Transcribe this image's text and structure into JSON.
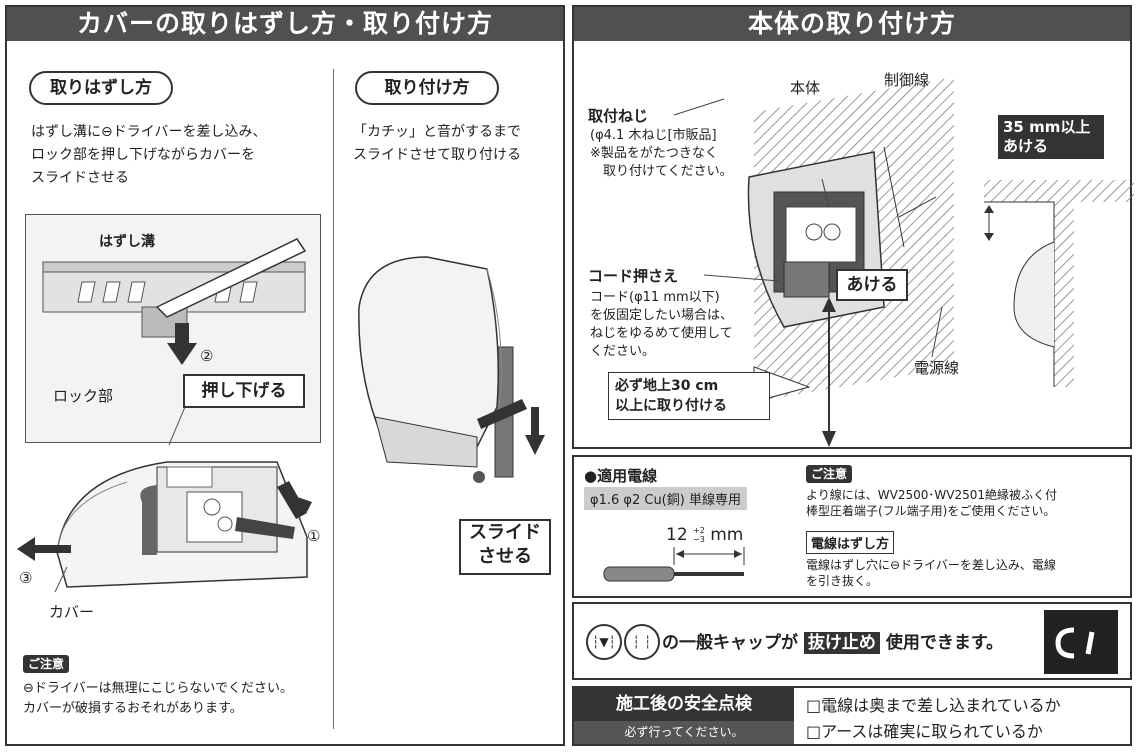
{
  "left": {
    "header": "カバーの取りはずし方・取り付け方",
    "remove": {
      "pill": "取りはずし方",
      "instructions": "はずし溝に⊖ドライバーを差し込み、\nロック部を押し下げながらカバーを\nスライドさせる",
      "label_groove": "はずし溝",
      "label_lock": "ロック部",
      "push_down": "押し下げる",
      "label_cover": "カバー",
      "num1": "①",
      "num2": "②",
      "num3": "③"
    },
    "attach": {
      "pill": "取り付け方",
      "instructions": "「カチッ」と音がするまで\nスライドさせて取り付ける",
      "slide": "スライド\nさせる"
    },
    "caution": {
      "tag": "ご注意",
      "text": "⊖ドライバーは無理にこじらないでください。\nカバーが破損するおそれがあります。"
    }
  },
  "right": {
    "header": "本体の取り付け方",
    "screw_title": "取付ねじ",
    "screw_detail": "(φ4.1 木ねじ[市販品]\n※製品をがたつきなく\n　取り付けてください。",
    "body": "本体",
    "control_wire": "制御線",
    "gap": "35 mm以上\nあける",
    "cord_title": "コード押さえ",
    "cord_detail": "コード(φ11 mm以下)\nを仮固定したい場合は、\nねじをゆるめて使用して\nください。",
    "open": "あける",
    "power_wire": "電源線",
    "height": "必ず地上30 cm\n以上に取り付ける"
  },
  "wire": {
    "title": "●適用電線",
    "spec": "φ1.6 φ2 Cu(銅) 単線専用",
    "strip": "12",
    "strip_tol_plus": "+2",
    "strip_tol_minus": "−3",
    "strip_unit": "mm",
    "caution_tag": "ご注意",
    "caution_text": "より線には、WV2500･WV2501絶縁被ふく付\n棒型圧着端子(フル端子用)をご使用ください。",
    "remove_title": "電線はずし方",
    "remove_text": "電線はずし穴に⊖ドライバーを差し込み、電線\nを引き抜く。"
  },
  "cap": {
    "pre": "の一般キャップが",
    "badge": "抜け止め",
    "post": "使用できます。"
  },
  "safety": {
    "title": "施工後の安全点検",
    "sub": "必ず行ってください。",
    "check1": "□電線は奥まで差し込まれているか",
    "check2": "□アースは確実に取られているか"
  }
}
